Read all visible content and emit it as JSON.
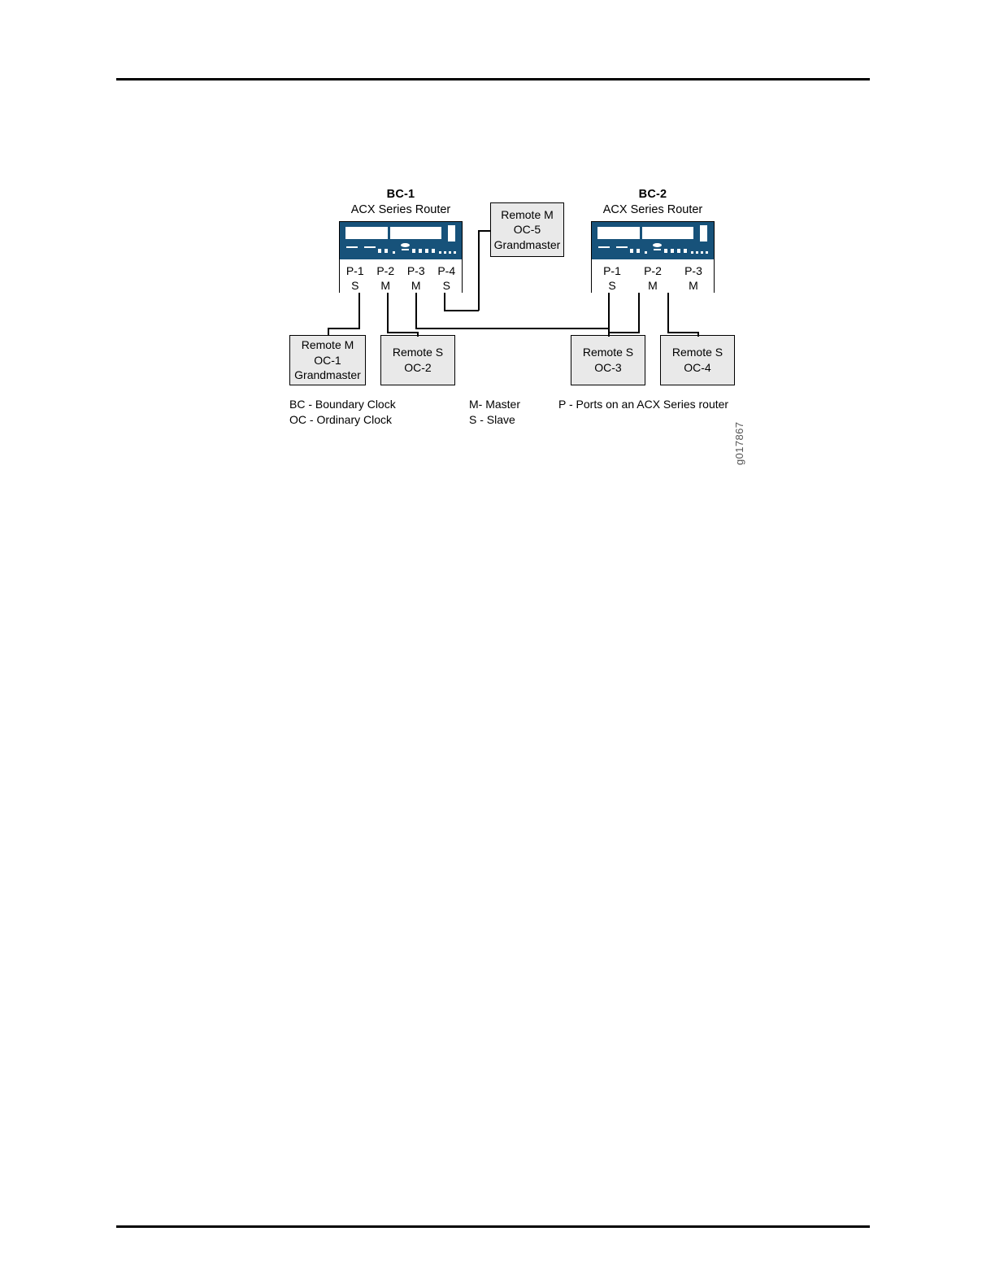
{
  "page": {
    "figure_id": "g017867"
  },
  "diagram": {
    "type": "network-topology",
    "routers": [
      {
        "id": "BC-1",
        "title": "BC-1",
        "subtitle": "ACX Series Router",
        "ports": [
          {
            "name": "P-1",
            "role": "S"
          },
          {
            "name": "P-2",
            "role": "M"
          },
          {
            "name": "P-3",
            "role": "M"
          },
          {
            "name": "P-4",
            "role": "S"
          }
        ]
      },
      {
        "id": "BC-2",
        "title": "BC-2",
        "subtitle": "ACX Series Router",
        "ports": [
          {
            "name": "P-1",
            "role": "S"
          },
          {
            "name": "P-2",
            "role": "M"
          },
          {
            "name": "P-3",
            "role": "M"
          }
        ]
      }
    ],
    "clocks": [
      {
        "id": "OC-5",
        "line1": "Remote M",
        "line2": "OC-5",
        "line3": "Grandmaster"
      },
      {
        "id": "OC-1",
        "line1": "Remote M",
        "line2": "OC-1",
        "line3": "Grandmaster"
      },
      {
        "id": "OC-2",
        "line1": "Remote S",
        "line2": "OC-2",
        "line3": ""
      },
      {
        "id": "OC-3",
        "line1": "Remote S",
        "line2": "OC-3",
        "line3": ""
      },
      {
        "id": "OC-4",
        "line1": "Remote S",
        "line2": "OC-4",
        "line3": ""
      }
    ],
    "legend": {
      "col1": {
        "line1": "BC - Boundary Clock",
        "line2": "OC - Ordinary Clock"
      },
      "col2": {
        "line1": "M- Master",
        "line2": "S - Slave"
      },
      "col3": {
        "line1": "P - Ports on an ACX Series router",
        "line2": ""
      }
    },
    "colors": {
      "chassis": "#17527a",
      "box_fill": "#e9e9e9",
      "line": "#000000"
    }
  }
}
